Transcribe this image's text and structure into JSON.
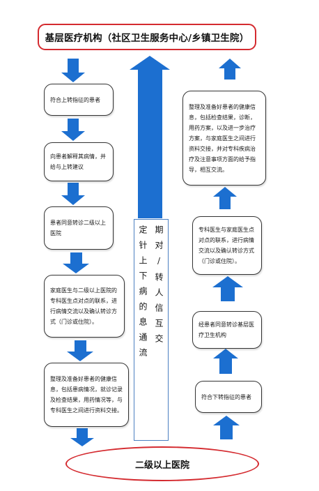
{
  "diagram": {
    "top_label": "基层医疗机构（社区卫生服务中心/乡镇卫生院）",
    "bottom_label": "二级以上医院",
    "center_col_right": "期对/转人信互交",
    "center_col_left": "定针上下病的息通流",
    "left_steps": [
      "符合上转指征的患者",
      "向患者解释其病情，并给与上转建议",
      "患者同意转诊二级以上医院",
      "家庭医生与二级以上医院的专科医生点对点的联系，进行病情交流以及确认转诊方式（门诊或住院）。",
      "整理及准备好患者的健康信息，包括患病情况，就诊记录及检查结果，用药情况等，与专科医生之间进行资料交接。"
    ],
    "right_steps": [
      "整理及准备好患者的健康信息，包括检查结果，诊断，用药方案，以及进一步治疗方案，与家庭医生之间进行资料交接，并对专科疾病治疗及注意事项方面的给予指导，相互交流。",
      "专科医生与家庭医生点对点的联系，进行病情交流以及确认转诊方式（门诊或住院）。",
      "经患者同意转诊基层医疗卫生机构",
      "符合下转指征的患者"
    ],
    "colors": {
      "arrow": "#1c6fd0",
      "frame": "#d42a2f",
      "center_border": "#4a7fc1"
    }
  }
}
